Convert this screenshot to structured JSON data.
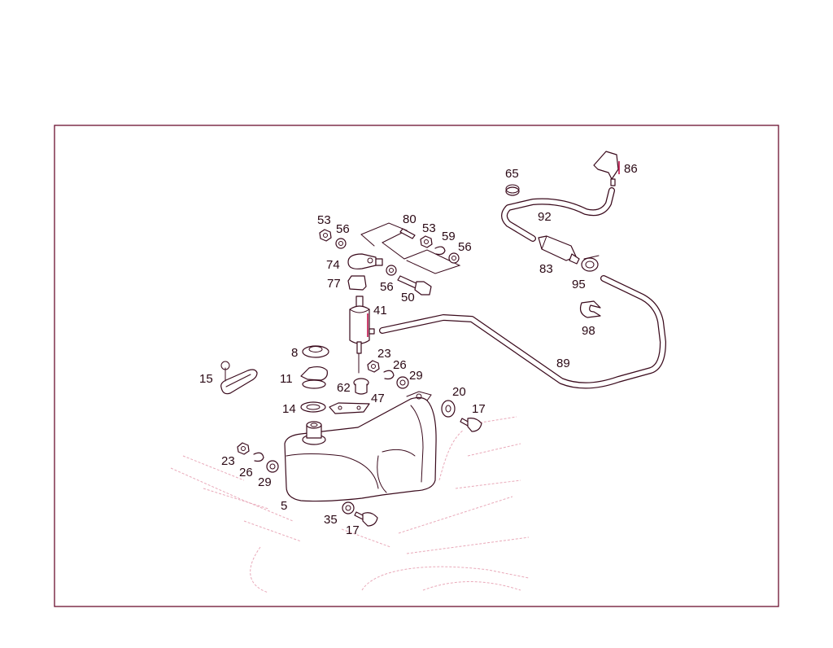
{
  "labels": {
    "l5": "5",
    "l8": "8",
    "l11": "11",
    "l14": "14",
    "l15": "15",
    "l17a": "17",
    "l17b": "17",
    "l20": "20",
    "l23a": "23",
    "l23b": "23",
    "l26a": "26",
    "l26b": "26",
    "l29a": "29",
    "l29b": "29",
    "l35": "35",
    "l41": "41",
    "l47": "47",
    "l50": "50",
    "l53a": "53",
    "l53b": "53",
    "l56a": "56",
    "l56b": "56",
    "l56c": "56",
    "l59": "59",
    "l62": "62",
    "l65": "65",
    "l74": "74",
    "l77": "77",
    "l80": "80",
    "l83": "83",
    "l86": "86",
    "l89": "89",
    "l92": "92",
    "l95": "95",
    "l98": "98"
  },
  "colors": {
    "frame": "#6b1030",
    "line": "#3a0a1c",
    "accent": "#c0104a",
    "background_lines": "#e9a9b9"
  }
}
